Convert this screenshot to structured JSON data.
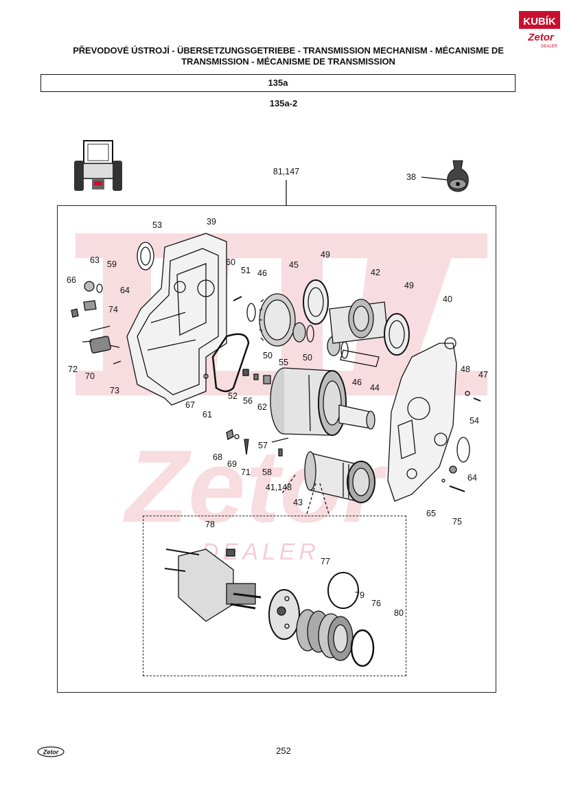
{
  "logo": {
    "brand": "KUBÍK",
    "sub": "Zetor",
    "tag": "DEALER"
  },
  "title": {
    "line1": "PŘEVODOVÉ ÚSTROJÍ - ÜBERSETZUNGSGETRIEBE - TRANSMISSION MECHANISM - MÉCANISME DE",
    "line2": "TRANSMISSION - MÉCANISME DE TRANSMISSION"
  },
  "section": "135a",
  "subsection": "135a-2",
  "watermark": {
    "brand": "Zetor",
    "tag": "DEALER"
  },
  "footer": {
    "logo_text": "Zetor",
    "page_number": "252"
  },
  "callouts": [
    {
      "id": "c81147",
      "label": "81,147"
    },
    {
      "id": "c38",
      "label": "38"
    },
    {
      "id": "c53",
      "label": "53"
    },
    {
      "id": "c39",
      "label": "39"
    },
    {
      "id": "c60",
      "label": "60"
    },
    {
      "id": "c63",
      "label": "63"
    },
    {
      "id": "c59",
      "label": "59"
    },
    {
      "id": "c66",
      "label": "66"
    },
    {
      "id": "c64a",
      "label": "64"
    },
    {
      "id": "c74",
      "label": "74"
    },
    {
      "id": "c72",
      "label": "72"
    },
    {
      "id": "c70",
      "label": "70"
    },
    {
      "id": "c73",
      "label": "73"
    },
    {
      "id": "c51",
      "label": "51"
    },
    {
      "id": "c46a",
      "label": "46"
    },
    {
      "id": "c45",
      "label": "45"
    },
    {
      "id": "c49a",
      "label": "49"
    },
    {
      "id": "c42",
      "label": "42"
    },
    {
      "id": "c49b",
      "label": "49"
    },
    {
      "id": "c40",
      "label": "40"
    },
    {
      "id": "c50a",
      "label": "50"
    },
    {
      "id": "c55",
      "label": "55"
    },
    {
      "id": "c50b",
      "label": "50"
    },
    {
      "id": "c46b",
      "label": "46"
    },
    {
      "id": "c44",
      "label": "44"
    },
    {
      "id": "c48",
      "label": "48"
    },
    {
      "id": "c47",
      "label": "47"
    },
    {
      "id": "c67",
      "label": "67"
    },
    {
      "id": "c52",
      "label": "52"
    },
    {
      "id": "c56",
      "label": "56"
    },
    {
      "id": "c62",
      "label": "62"
    },
    {
      "id": "c61",
      "label": "61"
    },
    {
      "id": "c54",
      "label": "54"
    },
    {
      "id": "c57",
      "label": "57"
    },
    {
      "id": "c68",
      "label": "68"
    },
    {
      "id": "c69",
      "label": "69"
    },
    {
      "id": "c71",
      "label": "71"
    },
    {
      "id": "c58",
      "label": "58"
    },
    {
      "id": "c41148",
      "label": "41,148"
    },
    {
      "id": "c43",
      "label": "43"
    },
    {
      "id": "c64b",
      "label": "64"
    },
    {
      "id": "c65",
      "label": "65"
    },
    {
      "id": "c75",
      "label": "75"
    },
    {
      "id": "c78",
      "label": "78"
    },
    {
      "id": "c77",
      "label": "77"
    },
    {
      "id": "c79",
      "label": "79"
    },
    {
      "id": "c76",
      "label": "76"
    },
    {
      "id": "c80",
      "label": "80"
    }
  ]
}
